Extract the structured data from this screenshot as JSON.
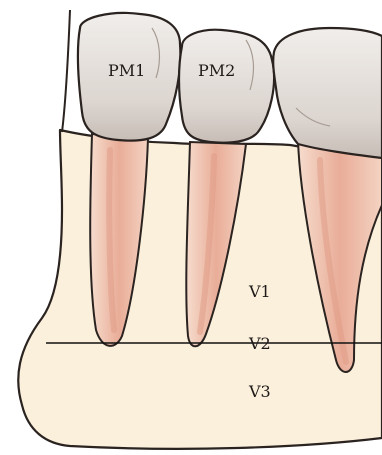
{
  "labels": {
    "pm1": "PM1",
    "pm2": "PM2",
    "v1": "V1",
    "v2": "V2",
    "v3": "V3"
  },
  "colors": {
    "bone": "#fbf0dc",
    "bone_outline": "#2a2320",
    "enamel": "#e4dfdb",
    "enamel_shadow": "#bdb4ae",
    "root": "#f2cdbc",
    "root_core": "#e8a894",
    "outline": "#2a2320",
    "reference_line": "#111111"
  },
  "icons": {
    "tooth_pm1": "premolar-crown",
    "tooth_pm2": "premolar-crown",
    "tooth_molar": "molar-crown"
  }
}
